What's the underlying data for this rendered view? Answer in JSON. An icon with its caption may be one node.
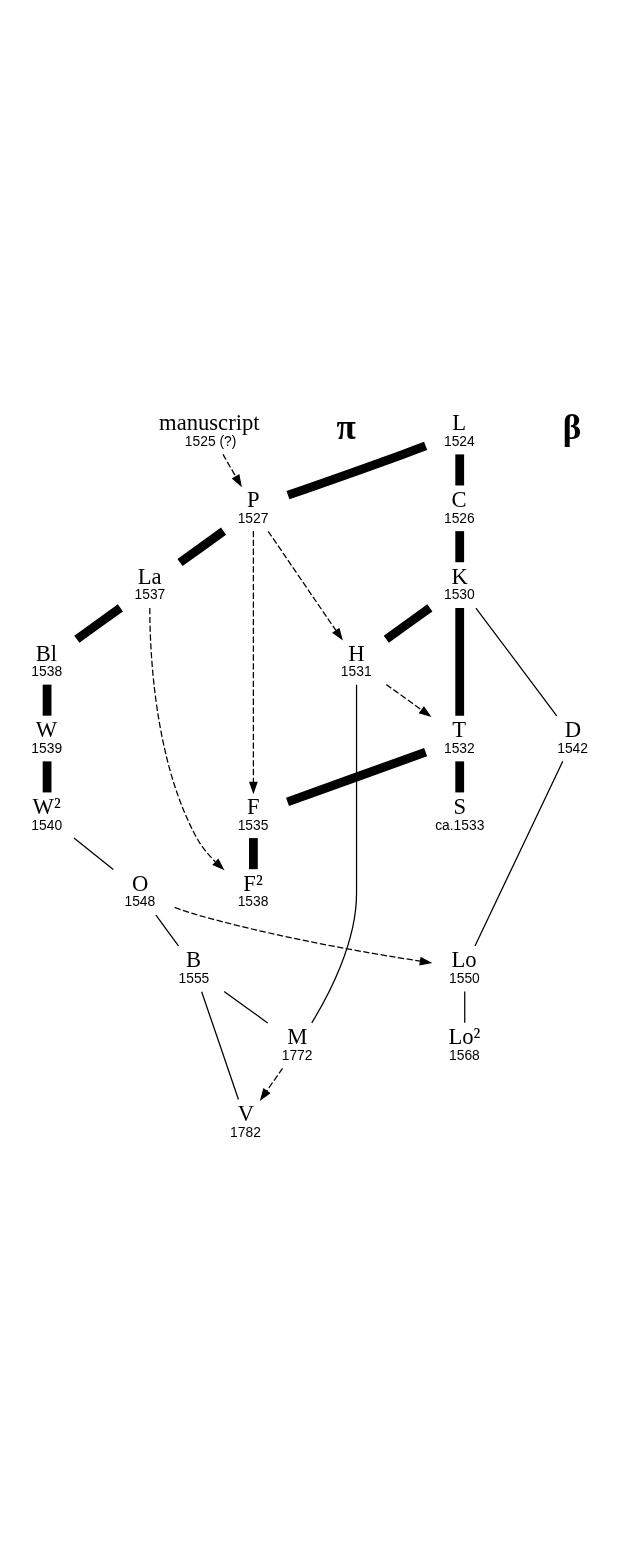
{
  "diagram": {
    "nodes": [
      {
        "text": [
          "L",
          "1524"
        ]
      },
      {
        "text": [
          "manuscript",
          "1525 (?)"
        ]
      },
      {
        "text": [
          "C",
          "1526"
        ]
      },
      {
        "text": [
          "P",
          "1527"
        ]
      },
      {
        "text": [
          "K",
          "1530"
        ]
      },
      {
        "text": [
          "H",
          "1531"
        ]
      },
      {
        "text": [
          "T",
          "1532"
        ]
      },
      {
        "text": [
          "S",
          "ca.1533"
        ]
      },
      {
        "text": [
          "La",
          "1537"
        ]
      },
      {
        "text": [
          "F",
          "1535"
        ]
      },
      {
        "text": [
          "Bl",
          "1538"
        ]
      },
      {
        "text": [
          "F²",
          "1538"
        ]
      },
      {
        "text": [
          "W",
          "1539"
        ]
      },
      {
        "text": [
          "W²",
          "1540"
        ]
      },
      {
        "text": [
          "D",
          "1542"
        ]
      },
      {
        "text": [
          "O",
          "1548"
        ]
      },
      {
        "text": [
          "Lo",
          "1550"
        ]
      },
      {
        "text": [
          "B",
          "1555"
        ]
      },
      {
        "text": [
          "Lo²",
          "1568"
        ]
      },
      {
        "text": [
          "M",
          "1772"
        ]
      },
      {
        "text": [
          "V",
          "1782"
        ]
      }
    ],
    "edges": [
      {
        "from": 0,
        "to": 3,
        "arrow": "none",
        "style": "thick"
      },
      {
        "from": 0,
        "to": 2,
        "arrow": "none",
        "style": "thick"
      },
      {
        "from": 1,
        "to": 3,
        "arrow": "to",
        "style": "dashed"
      },
      {
        "from": 2,
        "to": 4,
        "arrow": "none",
        "style": "thick"
      },
      {
        "from": 4,
        "to": 5,
        "arrow": "none",
        "style": "thick"
      },
      {
        "from": 4,
        "to": 6,
        "arrow": "none",
        "style": "thick"
      },
      {
        "from": 4,
        "to": 14,
        "arrow": "none"
      },
      {
        "from": 3,
        "to": 5,
        "arrow": "to",
        "style": "dashed"
      },
      {
        "from": 3,
        "to": 9,
        "arrow": "to",
        "style": "dashed"
      },
      {
        "from": 3,
        "to": 8,
        "arrow": "none",
        "style": "thick"
      },
      {
        "from": 5,
        "to": 6,
        "arrow": "to",
        "style": "dashed"
      },
      {
        "from": 6,
        "to": 7,
        "arrow": "none",
        "style": "thick"
      },
      {
        "from": 6,
        "to": 9,
        "arrow": "none",
        "style": "thick"
      },
      {
        "from": 9,
        "to": 11,
        "arrow": "none",
        "style": "thick"
      },
      {
        "from": 8,
        "to": 11,
        "arrow": "to",
        "style": "dashed"
      },
      {
        "from": 8,
        "to": 10,
        "arrow": "none",
        "style": "thick"
      },
      {
        "from": 10,
        "to": 12,
        "arrow": "none",
        "style": "thick"
      },
      {
        "from": 12,
        "to": 13,
        "arrow": "none",
        "style": "thick"
      },
      {
        "from": 13,
        "to": 15,
        "arrow": "none"
      },
      {
        "from": 14,
        "to": 16,
        "arrow": "none"
      },
      {
        "from": 15,
        "to": 16,
        "arrow": "to",
        "style": "dashed"
      },
      {
        "from": 15,
        "to": 17,
        "arrow": "none"
      },
      {
        "from": 16,
        "to": 18,
        "arrow": "none"
      },
      {
        "from": 5,
        "to": 19,
        "arrow": "none"
      },
      {
        "from": 17,
        "to": 19,
        "arrow": "none"
      },
      {
        "from": 17,
        "to": 20,
        "arrow": "none"
      },
      {
        "from": 19,
        "to": 20,
        "arrow": "to",
        "style": "dashed"
      }
    ],
    "labels": [
      "π",
      "β"
    ]
  }
}
